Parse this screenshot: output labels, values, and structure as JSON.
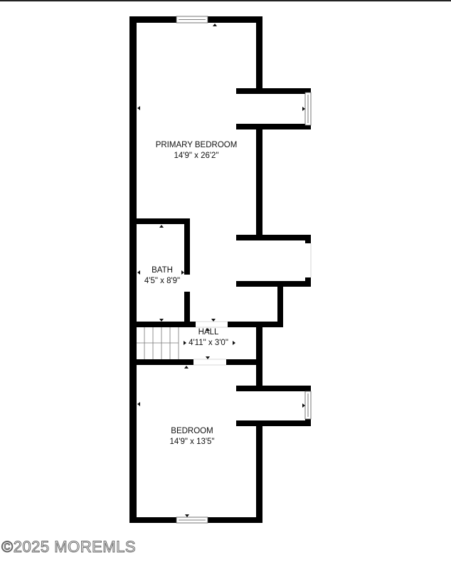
{
  "floorplan": {
    "rooms": [
      {
        "name": "PRIMARY BEDROOM",
        "dimensions": "14'9\" x 26'2\""
      },
      {
        "name": "BATH",
        "dimensions": "4'5\" x 8'9\""
      },
      {
        "name": "HALL",
        "dimensions": "4'11\" x 3'0\""
      },
      {
        "name": "BEDROOM",
        "dimensions": "14'9\" x 13'5\""
      }
    ],
    "wall_color": "#000000",
    "background_color": "#ffffff"
  },
  "watermark": {
    "text": "©2025 MOREMLS"
  }
}
